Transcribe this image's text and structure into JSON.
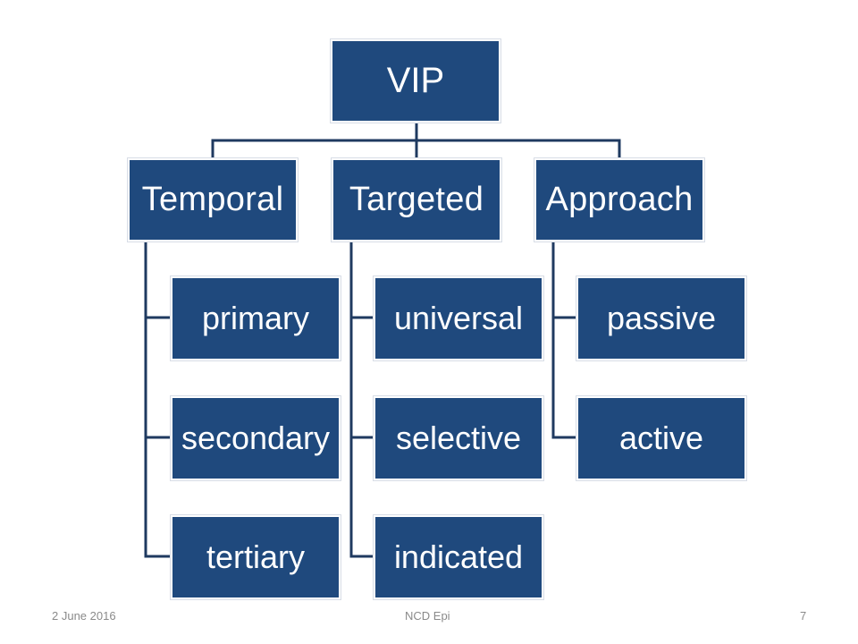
{
  "hierarchy": {
    "root": {
      "label": "VIP"
    },
    "categories": [
      {
        "label": "Temporal",
        "children": [
          "primary",
          "secondary",
          "tertiary"
        ]
      },
      {
        "label": "Targeted",
        "children": [
          "universal",
          "selective",
          "indicated"
        ]
      },
      {
        "label": "Approach",
        "children": [
          "passive",
          "active"
        ]
      }
    ]
  },
  "footer": {
    "date": "2 June 2016",
    "center": "NCD Epi",
    "page": "7"
  },
  "colors": {
    "box_fill": "#1f497d",
    "box_text": "#ffffff",
    "connector": "#1f3a60",
    "footer_text": "#8a8a8a"
  }
}
